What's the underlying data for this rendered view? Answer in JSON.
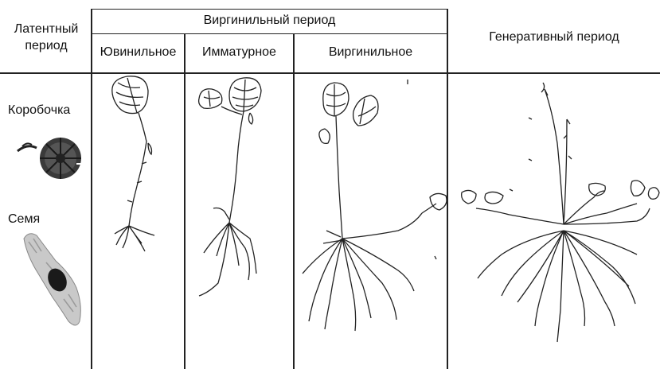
{
  "table": {
    "latent_header": {
      "line1": "Латентный",
      "line2": "период"
    },
    "virginile_header": "Виргинильный период",
    "generative_header": "Генеративный период",
    "sub_headers": {
      "juvenile": "Ювинильное",
      "immature": "Имматурное",
      "virginile": "Виргинильное"
    },
    "latent_items": {
      "capsule": "Коробочка",
      "seed": "Семя"
    }
  }
}
